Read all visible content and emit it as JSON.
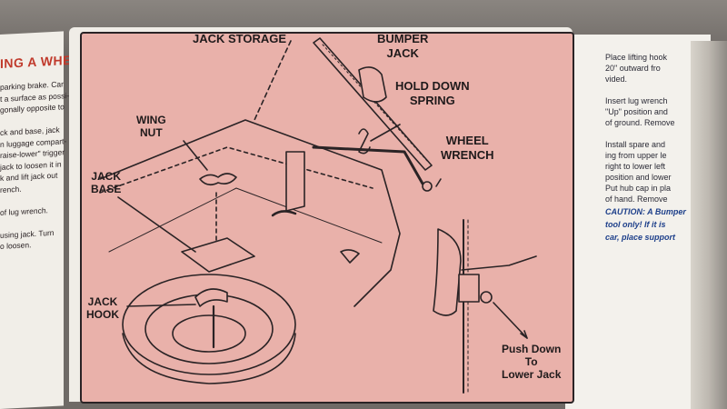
{
  "left_page": {
    "heading": "ING A WHEEL",
    "lines": [
      "parking brake. Car",
      "t a surface as possi-",
      "gonally opposite to",
      "",
      "ck and base, jack",
      "n luggage compart-",
      "raise-lower\" trigger",
      "jack to loosen it in",
      "k and lift jack out",
      "rench.",
      "",
      "of lug wrench.",
      "",
      "using jack. Turn",
      "o loosen."
    ]
  },
  "diagram": {
    "labels": {
      "jack_storage": "JACK STORAGE",
      "bumper_jack": "BUMPER\nJACK",
      "hold_down_spring": "HOLD DOWN\nSPRING",
      "wheel_wrench": "WHEEL\nWRENCH",
      "wing_nut": "WING\nNUT",
      "jack_base": "JACK\nBASE",
      "jack_hook": "JACK\nHOOK",
      "push_down": "Push Down\nTo\nLower Jack"
    }
  },
  "right_page": {
    "lines": [
      "Place lifting hook",
      "20\" outward fro",
      "vided.",
      "",
      "Insert lug wrench",
      "\"Up\" position and",
      "of ground. Remove",
      "",
      "Install spare and",
      "ing from upper le",
      "right to lower left",
      "position and lower",
      "Put hub cap in pla",
      "of hand. Remove"
    ],
    "caution_lines": [
      "CAUTION: A Bumper",
      "tool only! If it is",
      "car, place support"
    ]
  },
  "colors": {
    "panel_pink": "#e9b1aa",
    "ink": "#1f1a1b",
    "heading_red": "#c0392b",
    "caution_blue": "#1d3f8a"
  }
}
